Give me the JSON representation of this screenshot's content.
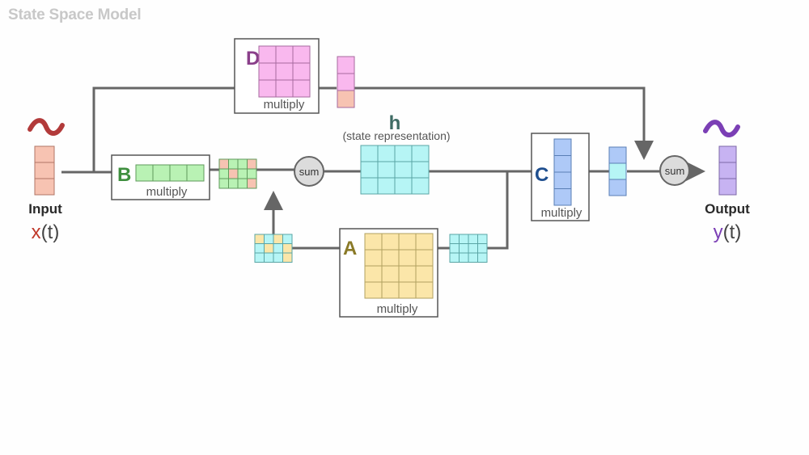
{
  "title": "State Space Model",
  "input": {
    "label": "Input",
    "fn": "x",
    "arg": "(t)",
    "fn_color": "#c0392b"
  },
  "output": {
    "label": "Output",
    "fn": "y",
    "arg": "(t)",
    "fn_color": "#7b3fb5"
  },
  "state": {
    "letter": "h",
    "subtitle": "(state representation)"
  },
  "matrices": {
    "A": {
      "letter": "A",
      "caption": "multiply",
      "color": "#8a7a28"
    },
    "B": {
      "letter": "B",
      "caption": "multiply",
      "color": "#3f8f3f"
    },
    "C": {
      "letter": "C",
      "caption": "multiply",
      "color": "#1f4f8f"
    },
    "D": {
      "letter": "D",
      "caption": "multiply",
      "color": "#8a3f8a"
    }
  },
  "nodes": {
    "sum_left": "sum",
    "sum_right": "sum"
  },
  "colors": {
    "wire": "#666666",
    "input_cell": "#f7c3b2",
    "output_cell": "#c7b3f2",
    "a_cell": "#fbe6a9",
    "b_cell": "#b9f2b4",
    "c_cell": "#aec9f7",
    "d_cell": "#f9b8ee",
    "h_cell": "#b6f5f5",
    "sum_fill": "#dcdcdc",
    "wave_input": "#b23a3a",
    "wave_output": "#7b3fb5"
  }
}
